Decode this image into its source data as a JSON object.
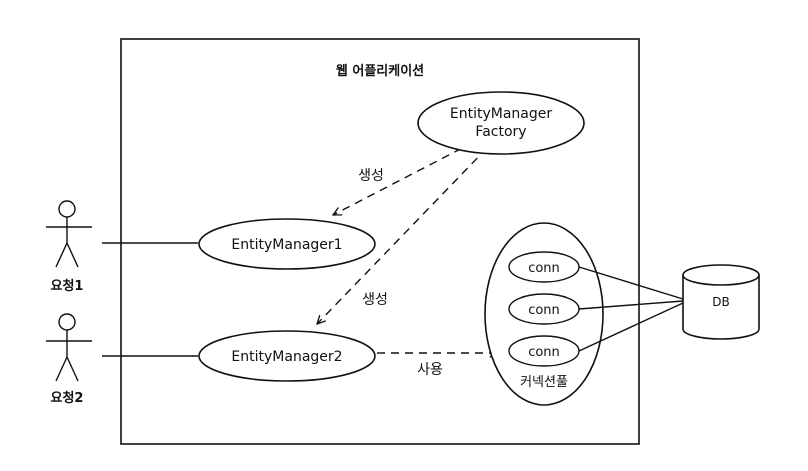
{
  "diagram": {
    "container_title": "웹 어플리케이션",
    "actors": [
      {
        "label": "요청1"
      },
      {
        "label": "요청2"
      }
    ],
    "factory": {
      "line1": "EntityManager",
      "line2": "Factory"
    },
    "entity_managers": [
      {
        "label": "EntityManager1"
      },
      {
        "label": "EntityManager2"
      }
    ],
    "edge_labels": {
      "create1": "생성",
      "create2": "생성",
      "use": "사용"
    },
    "pool": {
      "label": "커넥션풀",
      "connections": [
        {
          "label": "conn"
        },
        {
          "label": "conn"
        },
        {
          "label": "conn"
        }
      ]
    },
    "database": {
      "label": "DB"
    }
  }
}
